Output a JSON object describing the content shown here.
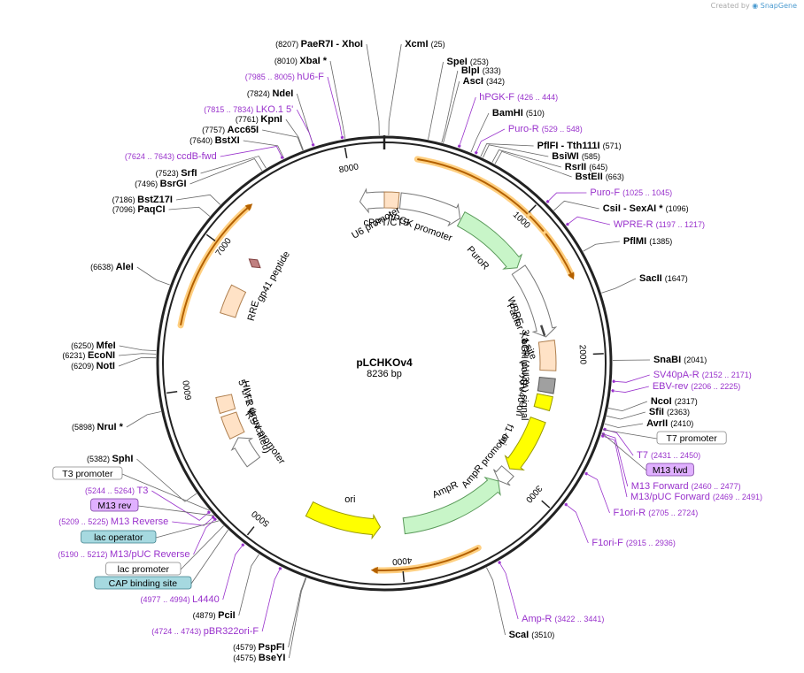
{
  "credit": {
    "prefix": "Created by",
    "brand": "SnapGene"
  },
  "plasmid": {
    "name": "pLCHKOv4",
    "size_label": "8236 bp",
    "total_bp": 8236
  },
  "colors": {
    "enzyme": "#000000",
    "primer": "#9932cc",
    "backbone": "#333333"
  },
  "ticks": [
    1000,
    2000,
    3000,
    4000,
    5000,
    6000,
    7000,
    8000
  ],
  "features": [
    {
      "name": "U6 promoter",
      "start": 8040,
      "end": 8236,
      "strand": -1,
      "kind": "arrow",
      "color": "#ffffff",
      "stroke": "#777777"
    },
    {
      "name": "cPPT/CTS",
      "start": 0,
      "end": 115,
      "strand": 0,
      "kind": "box",
      "color": "#ffe2c6",
      "stroke": "#b08050"
    },
    {
      "name": "hPGK promoter",
      "start": 130,
      "end": 630,
      "strand": 1,
      "kind": "arrow",
      "color": "#ffffff",
      "stroke": "#777777"
    },
    {
      "name": "PuroR",
      "start": 640,
      "end": 1240,
      "strand": 1,
      "kind": "arrow",
      "color": "#c8f5c8",
      "stroke": "#5a9a5a"
    },
    {
      "name": "WPRE",
      "start": 1260,
      "end": 1845,
      "strand": 1,
      "kind": "arrow",
      "color": "#ffffff",
      "stroke": "#777777"
    },
    {
      "name": "3' LTR (ΔU3)",
      "start": 1880,
      "end": 2115,
      "strand": 0,
      "kind": "box",
      "color": "#ffe2c6",
      "stroke": "#b08050"
    },
    {
      "name": "bGH poly(A) signal",
      "start": 2175,
      "end": 2290,
      "strand": 0,
      "kind": "box",
      "color": "#a0a0a0",
      "stroke": "#555555"
    },
    {
      "name": "SV40 ori",
      "start": 2315,
      "end": 2425,
      "strand": 0,
      "kind": "box",
      "color": "#ffff00",
      "stroke": "#999900"
    },
    {
      "name": "f1 ori",
      "start": 2520,
      "end": 2975,
      "strand": 1,
      "kind": "arrow",
      "color": "#ffff00",
      "stroke": "#999900"
    },
    {
      "name": "AmpR promoter",
      "start": 3000,
      "end": 3105,
      "strand": 1,
      "kind": "arrow",
      "color": "#ffffff",
      "stroke": "#777777"
    },
    {
      "name": "AmpR",
      "start": 3110,
      "end": 3960,
      "strand": -1,
      "kind": "arrow",
      "color": "#c8f5c8",
      "stroke": "#5a9a5a"
    },
    {
      "name": "ori",
      "start": 4150,
      "end": 4740,
      "strand": -1,
      "kind": "arrow",
      "color": "#ffff00",
      "stroke": "#999900"
    },
    {
      "name": "RSV promoter",
      "start": 5330,
      "end": 5560,
      "strand": 1,
      "kind": "arrow",
      "color": "#ffffff",
      "stroke": "#777777"
    },
    {
      "name": "5' LTR (truncated)",
      "start": 5580,
      "end": 5760,
      "strand": 0,
      "kind": "box",
      "color": "#ffe2c6",
      "stroke": "#b08050"
    },
    {
      "name": "HIV-1 Ψ",
      "start": 5790,
      "end": 5915,
      "strand": 0,
      "kind": "box",
      "color": "#ffe2c6",
      "stroke": "#b08050"
    },
    {
      "name": "RRE",
      "start": 6570,
      "end": 6800,
      "strand": 0,
      "kind": "box",
      "color": "#ffe2c6",
      "stroke": "#b08050"
    },
    {
      "name": "gp41 peptide",
      "start": 7000,
      "end": 7080,
      "strand": 0,
      "kind": "diamond",
      "color": "#c08080",
      "stroke": "#804040"
    }
  ],
  "feature_labels": [
    {
      "text": "U6 promoter",
      "pos": 8160,
      "rot": -30
    },
    {
      "text": "cPPT/CTS",
      "pos": 20,
      "rot": 0
    },
    {
      "text": "hPGK promoter",
      "pos": 335,
      "rot": 20
    },
    {
      "text": "PuroR",
      "pos": 950,
      "rot": 48
    },
    {
      "text": "WPRE",
      "pos": 1560,
      "rot": 70
    },
    {
      "text": "3' LTR (ΔU3)",
      "pos": 2000,
      "rot": 90
    },
    {
      "text": "bGH poly(A) signal",
      "pos": 2210,
      "rot": 90
    },
    {
      "text": "SV40 ori",
      "pos": 2380,
      "rot": 97
    },
    {
      "text": "f1 ori",
      "pos": 2750,
      "rot": 113
    },
    {
      "text": "AmpR promoter",
      "pos": 3060,
      "rot": -50
    },
    {
      "text": "AmpR",
      "pos": 3530,
      "rot": -25
    },
    {
      "text": "ori",
      "pos": 4440,
      "rot": 0
    },
    {
      "text": "RSV promoter",
      "pos": 5445,
      "rot": 55
    },
    {
      "text": "5' LTR (truncated)",
      "pos": 5670,
      "rot": 70
    },
    {
      "text": "HIV-1 Ψ",
      "pos": 5850,
      "rot": 80
    },
    {
      "text": "RRE",
      "pos": 6680,
      "rot": -75
    },
    {
      "text": "gp41 peptide",
      "pos": 7050,
      "rot": -60
    },
    {
      "text": "Factor Xa site",
      "pos": 1760,
      "rot": 66
    }
  ],
  "orfs": [
    {
      "start": 210,
      "end": 1020
    },
    {
      "start": 1020,
      "end": 1390
    },
    {
      "start": 1170,
      "end": 1480
    },
    {
      "start": 3500,
      "end": 4170
    },
    {
      "start": 6420,
      "end": 7300
    }
  ],
  "enzymes_right": [
    {
      "name": "XcmI",
      "pos_label": "(25)",
      "bp": 25
    },
    {
      "name": "SpeI",
      "pos_label": "(253)",
      "bp": 253
    },
    {
      "name": "BlpI",
      "pos_label": "(333)",
      "bp": 333
    },
    {
      "name": "AscI",
      "pos_label": "(342)",
      "bp": 342
    },
    {
      "name": "BamHI",
      "pos_label": "(510)",
      "bp": 510
    },
    {
      "name": "PflFI  - Tth111I",
      "pos_label": "(571)",
      "bp": 571
    },
    {
      "name": "BsiWI",
      "pos_label": "(585)",
      "bp": 585
    },
    {
      "name": "RsrII",
      "pos_label": "(645)",
      "bp": 645
    },
    {
      "name": "BstEII",
      "pos_label": "(663)",
      "bp": 663
    },
    {
      "name": "CsiI  - SexAI *",
      "pos_label": "(1096)",
      "bp": 1096
    },
    {
      "name": "PflMI",
      "pos_label": "(1385)",
      "bp": 1385
    },
    {
      "name": "SacII",
      "pos_label": "(1647)",
      "bp": 1647
    },
    {
      "name": "SnaBI",
      "pos_label": "(2041)",
      "bp": 2041
    },
    {
      "name": "NcoI",
      "pos_label": "(2317)",
      "bp": 2317
    },
    {
      "name": "SfiI",
      "pos_label": "(2363)",
      "bp": 2363
    },
    {
      "name": "AvrII",
      "pos_label": "(2410)",
      "bp": 2410
    },
    {
      "name": "ScaI",
      "pos_label": "(3510)",
      "bp": 3510
    }
  ],
  "enzymes_left": [
    {
      "name": "PaeR7I  - XhoI",
      "pos_label": "(8207)",
      "bp": 8207
    },
    {
      "name": "XbaI *",
      "pos_label": "(8010)",
      "bp": 8010
    },
    {
      "name": "NdeI",
      "pos_label": "(7824)",
      "bp": 7824
    },
    {
      "name": "KpnI",
      "pos_label": "(7761)",
      "bp": 7761
    },
    {
      "name": "Acc65I",
      "pos_label": "(7757)",
      "bp": 7757
    },
    {
      "name": "BstXI",
      "pos_label": "(7640)",
      "bp": 7640
    },
    {
      "name": "SrfI",
      "pos_label": "(7523)",
      "bp": 7523
    },
    {
      "name": "BsrGI",
      "pos_label": "(7496)",
      "bp": 7496
    },
    {
      "name": "BstZ17I",
      "pos_label": "(7186)",
      "bp": 7186
    },
    {
      "name": "PaqCI",
      "pos_label": "(7096)",
      "bp": 7096
    },
    {
      "name": "AleI",
      "pos_label": "(6638)",
      "bp": 6638
    },
    {
      "name": "MfeI",
      "pos_label": "(6250)",
      "bp": 6250
    },
    {
      "name": "EcoNI",
      "pos_label": "(6231)",
      "bp": 6231
    },
    {
      "name": "NotI",
      "pos_label": "(6209)",
      "bp": 6209
    },
    {
      "name": "NruI *",
      "pos_label": "(5898)",
      "bp": 5898
    },
    {
      "name": "SphI",
      "pos_label": "(5382)",
      "bp": 5382
    },
    {
      "name": "PciI",
      "pos_label": "(4879)",
      "bp": 4879
    },
    {
      "name": "PspFI",
      "pos_label": "(4579)",
      "bp": 4579
    },
    {
      "name": "BseYI",
      "pos_label": "(4575)",
      "bp": 4575
    }
  ],
  "primers_right": [
    {
      "name": "hPGK-F",
      "range": "(426 .. 444)",
      "bp": 435
    },
    {
      "name": "Puro-R",
      "range": "(529 .. 548)",
      "bp": 538
    },
    {
      "name": "Puro-F",
      "range": "(1025 .. 1045)",
      "bp": 1035
    },
    {
      "name": "WPRE-R",
      "range": "(1197 .. 1217)",
      "bp": 1207
    },
    {
      "name": "SV40pA-R",
      "range": "(2152 .. 2171)",
      "bp": 2161
    },
    {
      "name": "EBV-rev",
      "range": "(2206 .. 2225)",
      "bp": 2215
    },
    {
      "name": "T7",
      "range": "(2431 .. 2450)",
      "bp": 2440
    },
    {
      "name": "M13 Forward",
      "range": "(2460 .. 2477)",
      "bp": 2468
    },
    {
      "name": "M13/pUC Forward",
      "range": "(2469 .. 2491)",
      "bp": 2480
    },
    {
      "name": "F1ori-R",
      "range": "(2705 .. 2724)",
      "bp": 2714
    },
    {
      "name": "F1ori-F",
      "range": "(2915 .. 2936)",
      "bp": 2925
    },
    {
      "name": "Amp-R",
      "range": "(3422 .. 3441)",
      "bp": 3431
    }
  ],
  "primers_left": [
    {
      "name": "hU6-F",
      "range": "(7985 .. 8005)",
      "bp": 7995
    },
    {
      "name": "LKO.1 5'",
      "range": "(7815 .. 7834)",
      "bp": 7824
    },
    {
      "name": "ccdB-fwd",
      "range": "(7624 .. 7643)",
      "bp": 7633
    },
    {
      "name": "T3",
      "range": "(5244 .. 5264)",
      "bp": 5254
    },
    {
      "name": "M13 Reverse",
      "range": "(5209 .. 5225)",
      "bp": 5217
    },
    {
      "name": "M13/pUC Reverse",
      "range": "(5190 .. 5212)",
      "bp": 5201
    },
    {
      "name": "L4440",
      "range": "(4977 .. 4994)",
      "bp": 4985
    },
    {
      "name": "pBR322ori-F",
      "range": "(4724 .. 4743)",
      "bp": 4733
    }
  ],
  "boxed_labels_right": [
    {
      "text": "T7 promoter",
      "bp": 2445,
      "style": "white"
    },
    {
      "text": "M13 fwd",
      "bp": 2465,
      "style": "purple"
    }
  ],
  "boxed_labels_left": [
    {
      "text": "T3 promoter",
      "bp": 5260,
      "style": "white"
    },
    {
      "text": "M13 rev",
      "bp": 5220,
      "style": "purple"
    },
    {
      "text": "lac operator",
      "bp": 5180,
      "style": "teal"
    },
    {
      "text": "lac promoter",
      "bp": 5140,
      "style": "white"
    },
    {
      "text": "CAP binding site",
      "bp": 5105,
      "style": "teal"
    }
  ]
}
